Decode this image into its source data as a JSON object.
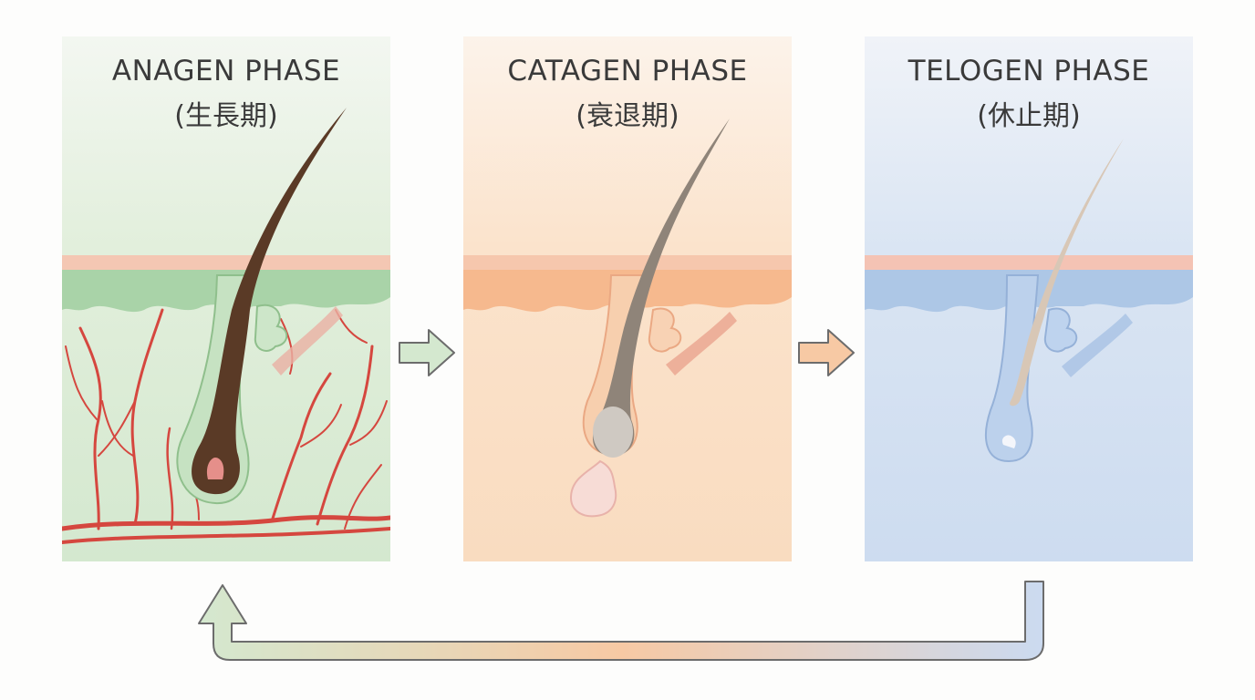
{
  "phases": [
    {
      "title": "ANAGEN PHASE",
      "subtitle": "(生長期)",
      "color": "#d4e8cf"
    },
    {
      "title": "CATAGEN PHASE",
      "subtitle": "(衰退期)",
      "color": "#f9dcc0"
    },
    {
      "title": "TELOGEN PHASE",
      "subtitle": "(休止期)",
      "color": "#cddcf0"
    }
  ],
  "colors": {
    "hair_dark": "#5a3a26",
    "hair_gray": "#8f8479",
    "hair_light": "#d8c7b6",
    "vessel": "#d5473f",
    "arrow_green": "#d4e8cf",
    "arrow_orange": "#f7c9a4",
    "arrow_blue": "#cbdaf0"
  }
}
